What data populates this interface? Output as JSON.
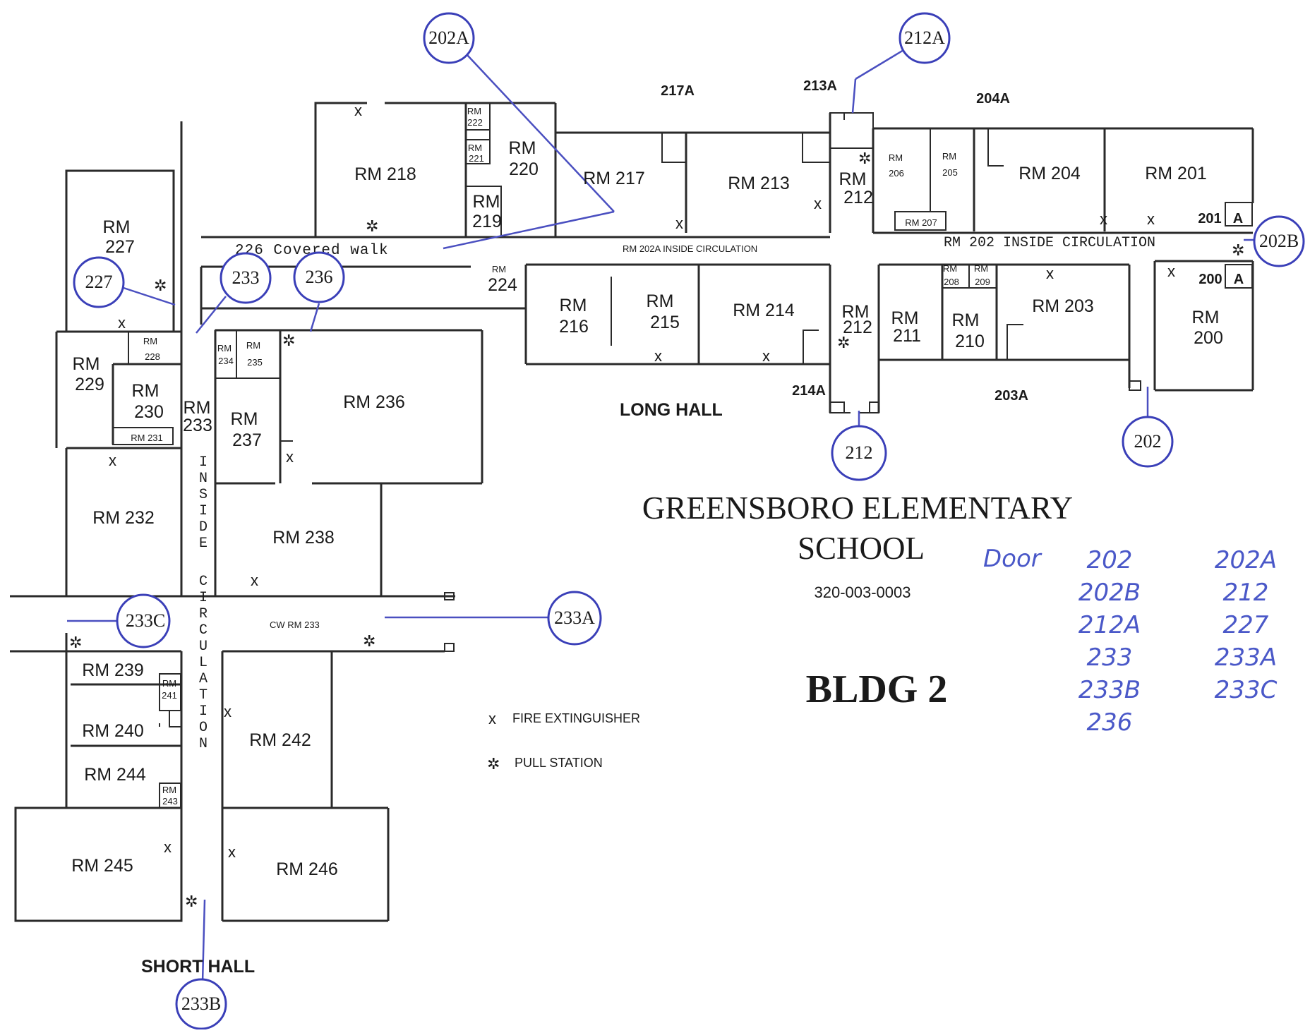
{
  "title": {
    "line1": "GREENSBORO ELEMENTARY",
    "line2": "SCHOOL",
    "code": "320-003-0003",
    "building": "BLDG 2"
  },
  "halls": {
    "long_hall": "LONG HALL",
    "short_hall": "SHORT HALL",
    "covered_walk": "226 Covered walk",
    "rm202a_circ": "RM 202A  INSIDE CIRCULATION",
    "rm202_circ": "RM 202  INSIDE CIRCULATION",
    "cw_rm233": "CW  RM 233"
  },
  "legend": {
    "x_symbol": "x",
    "fire_extinguisher": "FIRE EXTINGUISHER",
    "pull_symbol": "✲",
    "pull_station": "PULL STATION"
  },
  "rooms": [
    {
      "id": "r227a",
      "t": "RM"
    },
    {
      "id": "r227b",
      "t": "227"
    },
    {
      "id": "r218",
      "t": "RM 218"
    },
    {
      "id": "r222a",
      "t": "RM"
    },
    {
      "id": "r222b",
      "t": "222"
    },
    {
      "id": "r221a",
      "t": "RM"
    },
    {
      "id": "r221b",
      "t": "221"
    },
    {
      "id": "r220a",
      "t": "RM"
    },
    {
      "id": "r220b",
      "t": "220"
    },
    {
      "id": "r219a",
      "t": "RM"
    },
    {
      "id": "r219b",
      "t": "219"
    },
    {
      "id": "r217",
      "t": "RM 217"
    },
    {
      "id": "r213",
      "t": "RM 213"
    },
    {
      "id": "r212ta",
      "t": "RM"
    },
    {
      "id": "r212tb",
      "t": "212"
    },
    {
      "id": "r206a",
      "t": "RM"
    },
    {
      "id": "r206b",
      "t": "206"
    },
    {
      "id": "r205a",
      "t": "RM"
    },
    {
      "id": "r205b",
      "t": "205"
    },
    {
      "id": "r207",
      "t": "RM 207"
    },
    {
      "id": "r204",
      "t": "RM 204"
    },
    {
      "id": "r201",
      "t": "RM 201"
    },
    {
      "id": "r201a",
      "t": "201"
    },
    {
      "id": "r201aa",
      "t": "A"
    },
    {
      "id": "r224a",
      "t": "RM"
    },
    {
      "id": "r224b",
      "t": "224"
    },
    {
      "id": "r216a",
      "t": "RM"
    },
    {
      "id": "r216b",
      "t": "216"
    },
    {
      "id": "r215a",
      "t": "RM"
    },
    {
      "id": "r215b",
      "t": "215"
    },
    {
      "id": "r214",
      "t": "RM 214"
    },
    {
      "id": "r212ba",
      "t": "RM"
    },
    {
      "id": "r212bb",
      "t": "212"
    },
    {
      "id": "r211a",
      "t": "RM"
    },
    {
      "id": "r211b",
      "t": "211"
    },
    {
      "id": "r208a",
      "t": "RM"
    },
    {
      "id": "r208b",
      "t": "208"
    },
    {
      "id": "r209a",
      "t": "RM"
    },
    {
      "id": "r209b",
      "t": "209"
    },
    {
      "id": "r210a",
      "t": "RM"
    },
    {
      "id": "r210b",
      "t": "210"
    },
    {
      "id": "r203",
      "t": "RM 203"
    },
    {
      "id": "r200a",
      "t": "200"
    },
    {
      "id": "r200aa",
      "t": "A"
    },
    {
      "id": "r200b",
      "t": "RM"
    },
    {
      "id": "r200c",
      "t": "200"
    },
    {
      "id": "r229a",
      "t": "RM"
    },
    {
      "id": "r229b",
      "t": "229"
    },
    {
      "id": "r228a",
      "t": "RM"
    },
    {
      "id": "r228b",
      "t": "228"
    },
    {
      "id": "r230a",
      "t": "RM"
    },
    {
      "id": "r230b",
      "t": "230"
    },
    {
      "id": "r231",
      "t": "RM 231"
    },
    {
      "id": "r233a",
      "t": "RM"
    },
    {
      "id": "r233b",
      "t": "233"
    },
    {
      "id": "r234a",
      "t": "RM"
    },
    {
      "id": "r234b",
      "t": "234"
    },
    {
      "id": "r235a",
      "t": "RM"
    },
    {
      "id": "r235b",
      "t": "235"
    },
    {
      "id": "r237a",
      "t": "RM"
    },
    {
      "id": "r237b",
      "t": "237"
    },
    {
      "id": "r236",
      "t": "RM 236"
    },
    {
      "id": "r232",
      "t": "RM 232"
    },
    {
      "id": "r238",
      "t": "RM 238"
    },
    {
      "id": "r239",
      "t": "RM 239"
    },
    {
      "id": "r241a",
      "t": "RM"
    },
    {
      "id": "r241b",
      "t": "241"
    },
    {
      "id": "r240",
      "t": "RM 240"
    },
    {
      "id": "r242",
      "t": "RM 242"
    },
    {
      "id": "r244",
      "t": "RM 244"
    },
    {
      "id": "r243a",
      "t": "RM"
    },
    {
      "id": "r243b",
      "t": "243"
    },
    {
      "id": "r245",
      "t": "RM 245"
    },
    {
      "id": "r246",
      "t": "RM 246"
    }
  ],
  "door_labels": [
    {
      "id": "d217a",
      "t": "217A"
    },
    {
      "id": "d213a",
      "t": "213A"
    },
    {
      "id": "d204a",
      "t": "204A"
    },
    {
      "id": "d214a",
      "t": "214A"
    },
    {
      "id": "d203a",
      "t": "203A"
    }
  ],
  "vertical_circulation": "INSIDE CIRCULATION",
  "callouts": [
    {
      "id": "c202a",
      "t": "202A"
    },
    {
      "id": "c212a",
      "t": "212A"
    },
    {
      "id": "c202b",
      "t": "202B"
    },
    {
      "id": "c227",
      "t": "227"
    },
    {
      "id": "c233",
      "t": "233"
    },
    {
      "id": "c236",
      "t": "236"
    },
    {
      "id": "c212",
      "t": "212"
    },
    {
      "id": "c202",
      "t": "202"
    },
    {
      "id": "c233c",
      "t": "233C"
    },
    {
      "id": "c233a",
      "t": "233A"
    },
    {
      "id": "c233b",
      "t": "233B"
    }
  ],
  "handwritten": {
    "heading": "Door",
    "rows": [
      [
        "202",
        "202A"
      ],
      [
        "202B",
        "212"
      ],
      [
        "212A",
        "227"
      ],
      [
        "233",
        "233A"
      ],
      [
        "233B",
        "233C"
      ],
      [
        "236",
        ""
      ]
    ]
  },
  "colors": {
    "callout": "#3a3fb8",
    "handwriting": "#4a58c8",
    "ink": "#1a1a1a"
  }
}
